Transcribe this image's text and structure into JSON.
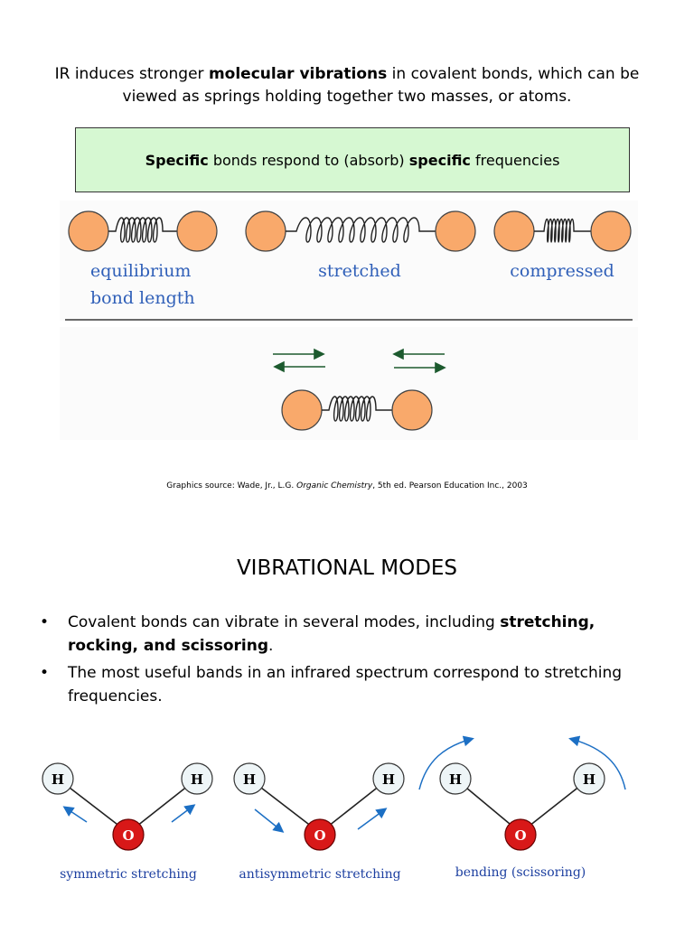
{
  "intro": {
    "part1": "IR induces stronger ",
    "bold": "molecular vibrations",
    "part2": " in covalent bonds, which can be viewed as springs holding together two masses, or atoms."
  },
  "callout": {
    "bold1": "Specific",
    "mid": " bonds respond to (absorb) ",
    "bold2": "specific",
    "end": " frequencies"
  },
  "spring_labels": {
    "equilibrium_line1": "equilibrium",
    "equilibrium_line2": "bond length",
    "stretched": "stretched",
    "compressed": "compressed"
  },
  "source": {
    "prefix": "Graphics source: Wade, Jr., L.G. ",
    "title": "Organic Chemistry",
    "suffix": ", 5th ed. Pearson Education Inc., 2003"
  },
  "heading": "VIBRATIONAL MODES",
  "bullets": [
    {
      "bullet": "•",
      "text": "Covalent bonds can vibrate in several modes, including ",
      "bold": "stretching, rocking, and scissoring",
      "end": "."
    },
    {
      "bullet": "•",
      "text": "The most useful bands in an infrared spectrum correspond to stretching frequencies."
    }
  ],
  "modes": {
    "atom_h": "H",
    "atom_o": "O",
    "symmetric": "symmetric stretching",
    "antisymmetric": "antisymmetric stretching",
    "bending": "bending (scissoring)"
  },
  "colors": {
    "ball": "#f9a96b",
    "label_blue": "#2f5fb8",
    "oxygen": "#d81818",
    "arrow_blue": "#1c6fc4",
    "callout_bg": "#d6f8d2"
  }
}
